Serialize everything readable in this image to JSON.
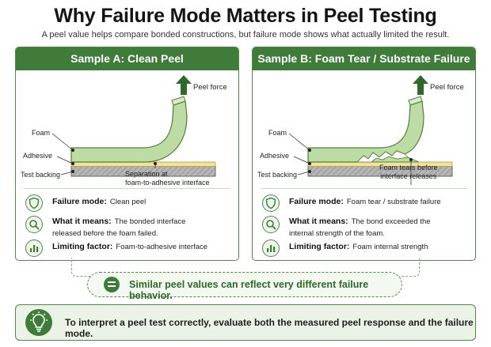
{
  "header": {
    "title": "Why Failure Mode Matters in Peel Testing",
    "subtitle": "A peel value helps compare bonded constructions, but failure mode shows what actually limited the result."
  },
  "panels": [
    {
      "title": "Sample A: Clean Peel",
      "labels": {
        "force": "Peel force",
        "foam": "Foam",
        "adhesive": "Adhesive",
        "backing": "Test backing",
        "callout_1": "Separation at",
        "callout_2": "foam-to-adhesive interface"
      },
      "rows": [
        {
          "label": "Failure mode:",
          "text": "Clean peel",
          "icon": "shield-icon"
        },
        {
          "label": "What it means:",
          "text": "The bonded interface",
          "text2": "released before the foam failed.",
          "icon": "magnifier-icon"
        },
        {
          "label": "Limiting factor:",
          "text": "Foam-to-adhesive interface",
          "icon": "bar-chart-icon"
        }
      ]
    },
    {
      "title": "Sample B: Foam Tear / Substrate Failure",
      "labels": {
        "force": "Peel force",
        "foam": "Foam",
        "adhesive": "Adhesive",
        "backing": "Test backing",
        "callout_1": "Foam tears before",
        "callout_2": "interface releases"
      },
      "rows": [
        {
          "label": "Failure mode:",
          "text": "Foam tear / substrate failure",
          "icon": "shield-icon"
        },
        {
          "label": "What it means:",
          "text": "The bond exceeded the",
          "text2": "internal strength of the foam.",
          "icon": "magnifier-icon"
        },
        {
          "label": "Limiting factor:",
          "text": "Foam internal strength",
          "icon": "bar-chart-icon"
        }
      ]
    }
  ],
  "banner": {
    "text": "Similar peel values can reflect very different failure behavior.",
    "icon": "equals-icon"
  },
  "footer": {
    "text": "To interpret a peel test correctly, evaluate both the measured peel response and the failure mode.",
    "icon": "lightbulb-icon"
  },
  "colors": {
    "accent": "#3f7c3a",
    "foam": "#b8d99f",
    "adhesive": "#f3e39a",
    "backing": "#a9a9a9"
  }
}
